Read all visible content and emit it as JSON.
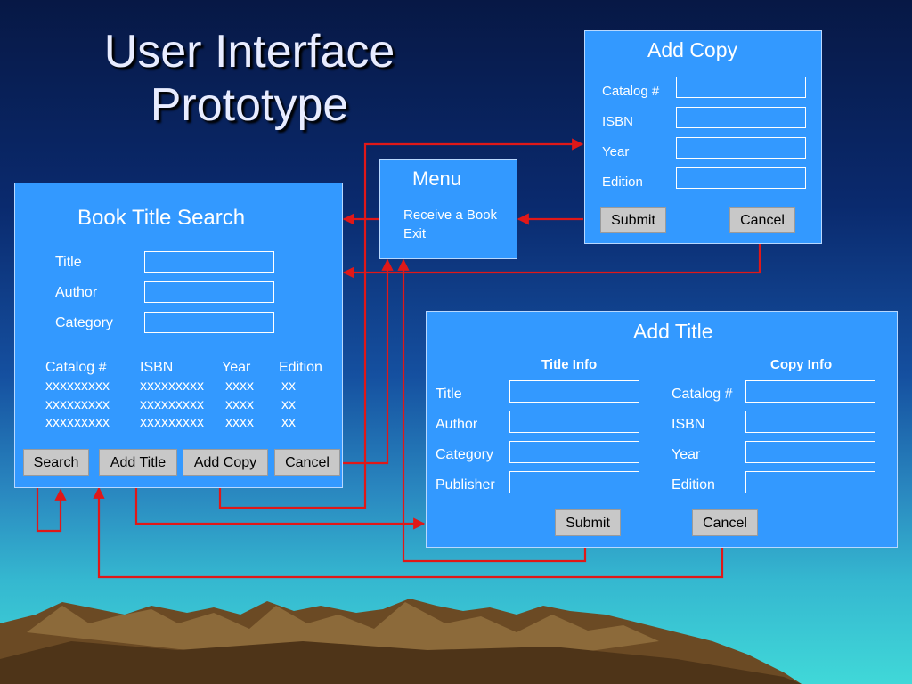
{
  "slide_title": [
    "User Interface",
    "Prototype"
  ],
  "book_search": {
    "title": "Book Title Search",
    "fields": [
      "Title",
      "Author",
      "Category"
    ],
    "columns": [
      "Catalog #",
      "ISBN",
      "Year",
      "Edition"
    ],
    "rows": [
      [
        "xxxxxxxxx",
        "xxxxxxxxx",
        "xxxx",
        "xx"
      ],
      [
        "xxxxxxxxx",
        "xxxxxxxxx",
        "xxxx",
        "xx"
      ],
      [
        "xxxxxxxxx",
        "xxxxxxxxx",
        "xxxx",
        "xx"
      ]
    ],
    "buttons": [
      "Search",
      "Add Title",
      "Add Copy",
      "Cancel"
    ]
  },
  "menu": {
    "title": "Menu",
    "items": [
      "Receive a Book",
      "Exit"
    ]
  },
  "add_copy": {
    "title": "Add Copy",
    "fields": [
      "Catalog #",
      "ISBN",
      "Year",
      "Edition"
    ],
    "buttons": [
      "Submit",
      "Cancel"
    ]
  },
  "add_title": {
    "title": "Add Title",
    "title_info_header": "Title Info",
    "copy_info_header": "Copy Info",
    "title_fields": [
      "Title",
      "Author",
      "Category",
      "Publisher"
    ],
    "copy_fields": [
      "Catalog #",
      "ISBN",
      "Year",
      "Edition"
    ],
    "buttons": [
      "Submit",
      "Cancel"
    ]
  },
  "colors": {
    "panel": "#3399ff",
    "connector": "#e01818",
    "button": "#c8c8c8"
  }
}
